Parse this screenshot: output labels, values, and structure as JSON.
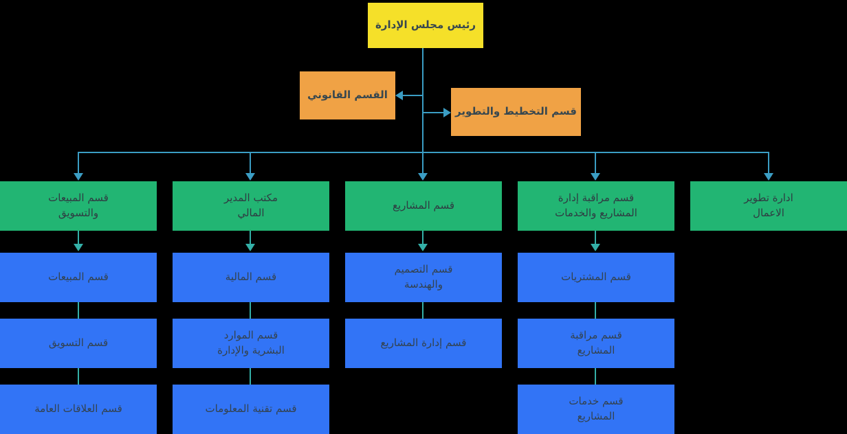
{
  "chart": {
    "title_node": {
      "label": "رئيس مجلس الإدارة",
      "color": "#f5e029"
    },
    "staff_nodes": [
      {
        "label": "القسم القانوني",
        "color": "#f0a245"
      },
      {
        "label": "قسم التخطيط والتطوير",
        "color": "#f0a245"
      }
    ],
    "divisions": [
      {
        "label": "قسم المبيعات\nوالتسويق",
        "color": "#22b573"
      },
      {
        "label": "مكتب المدير\nالمالي",
        "color": "#22b573"
      },
      {
        "label": "قسم المشاريع",
        "color": "#22b573"
      },
      {
        "label": "قسم مراقبة إدارة\nالمشاريع والخدمات",
        "color": "#22b573"
      },
      {
        "label": "ادارة تطوير\nالاعمال",
        "color": "#22b573"
      }
    ],
    "departments": {
      "row1": [
        {
          "label": "قسم المبيعات",
          "color": "#3274f6"
        },
        {
          "label": "قسم المالية",
          "color": "#3274f6"
        },
        {
          "label": "قسم التصميم\nوالهندسة",
          "color": "#3274f6"
        },
        {
          "label": "قسم المشتريات",
          "color": "#3274f6"
        }
      ],
      "row2": [
        {
          "label": "قسم التسويق",
          "color": "#3274f6"
        },
        {
          "label": "قسم الموارد\nالبشرية والإدارة",
          "color": "#3274f6"
        },
        {
          "label": "قسم إدارة المشاريع",
          "color": "#3274f6"
        },
        {
          "label": "قسم مراقبة\nالمشاريع",
          "color": "#3274f6"
        }
      ],
      "row3": [
        {
          "label": "قسم العلاقات العامة",
          "color": "#3274f6"
        },
        {
          "label": "قسم تقنية المعلومات",
          "color": "#3274f6"
        },
        {
          "label": "قسم خدمات\nالمشاريع",
          "color": "#3274f6"
        }
      ]
    },
    "colors": {
      "background": "#000000",
      "connector": "#3b9dc4",
      "connector_secondary": "#34b0a8",
      "text_dark": "#37474f"
    }
  }
}
